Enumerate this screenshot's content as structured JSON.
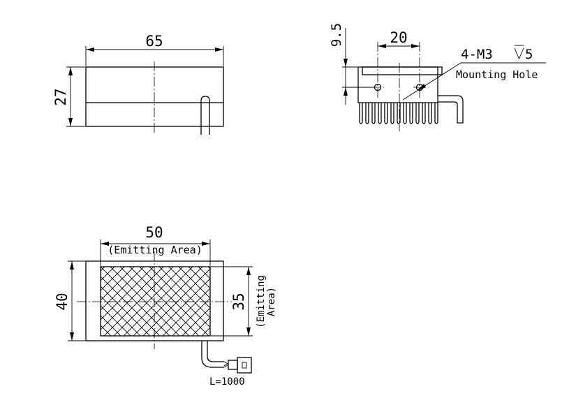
{
  "top_view": {
    "width_dim": "65",
    "height_dim": "27"
  },
  "side_view": {
    "height_dim": "9.5",
    "hole_spacing_dim": "20",
    "hole_spec": "4-M3",
    "hole_depth": "5",
    "hole_label": "Mounting Hole"
  },
  "front_view": {
    "width_dim": "50",
    "width_note": "(Emitting Area)",
    "height_dim": "40",
    "emit_height_dim": "35",
    "emit_height_note_line1": "(Emitting",
    "emit_height_note_line2": "Area)",
    "cable_length": "L=1000"
  },
  "colors": {
    "line": "#000000",
    "background": "#ffffff"
  }
}
